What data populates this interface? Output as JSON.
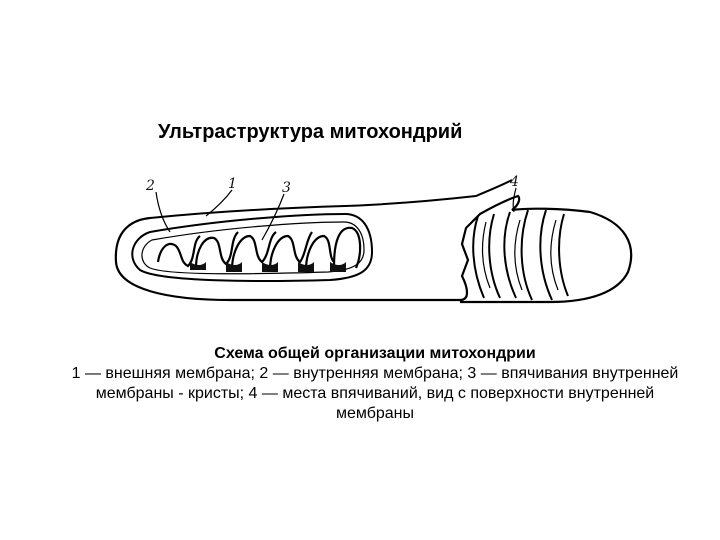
{
  "title": "Ультраструктура митохондрий",
  "figure": {
    "labels": [
      "1",
      "2",
      "3",
      "4"
    ]
  },
  "caption": {
    "title": "Схема общей организации митохондрии",
    "line1": "1 — внешняя мембрана; 2 — внутренняя мембрана; 3 — впячивания внутренней",
    "line2": "мембраны - кристы; 4 — места впячиваний, вид с поверхности внутренней",
    "line3": "мембраны"
  }
}
